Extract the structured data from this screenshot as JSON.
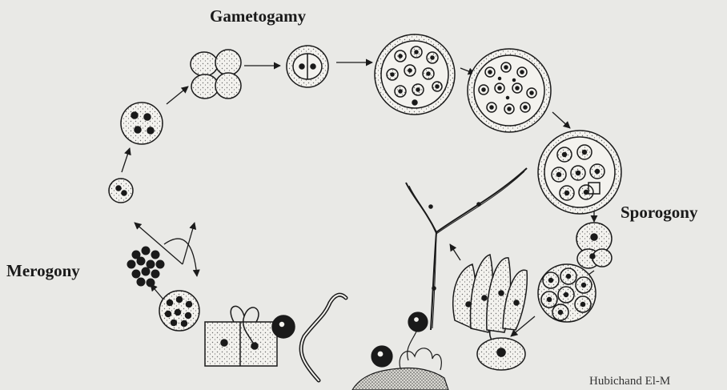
{
  "labels": {
    "gametogamy": "Gametogamy",
    "sporogony": "Sporogony",
    "merogony": "Merogony",
    "credit": "Hubichand El-M"
  },
  "colors": {
    "background": "#e9e9e6",
    "ink": "#1a1a1a",
    "stipple": "#6b6b6b",
    "cell_fill": "#f3f2ee"
  },
  "stages": [
    {
      "name": "uninucleate-meront",
      "icon": "small-cell-icon"
    },
    {
      "name": "multinucleate-cell",
      "icon": "cell-icon"
    },
    {
      "name": "four-cell-cluster",
      "icon": "cell-cluster-icon"
    },
    {
      "name": "zygote-pair",
      "icon": "zygote-icon"
    },
    {
      "name": "early-oocyst",
      "icon": "oocyst-icon"
    },
    {
      "name": "mature-oocyst",
      "icon": "oocyst-icon"
    },
    {
      "name": "sporoblast-oocyst",
      "icon": "oocyst-icon"
    },
    {
      "name": "sporocyst-division",
      "icon": "cell-cluster-icon"
    },
    {
      "name": "sporocyst-rosette",
      "icon": "cell-cluster-icon"
    },
    {
      "name": "sporozoite-bundle",
      "icon": "sporozoite-icon"
    },
    {
      "name": "triradiate-spore",
      "icon": "spore-icon"
    },
    {
      "name": "merozoite-cluster",
      "icon": "merozoite-icon"
    },
    {
      "name": "meront",
      "icon": "cell-icon"
    }
  ]
}
